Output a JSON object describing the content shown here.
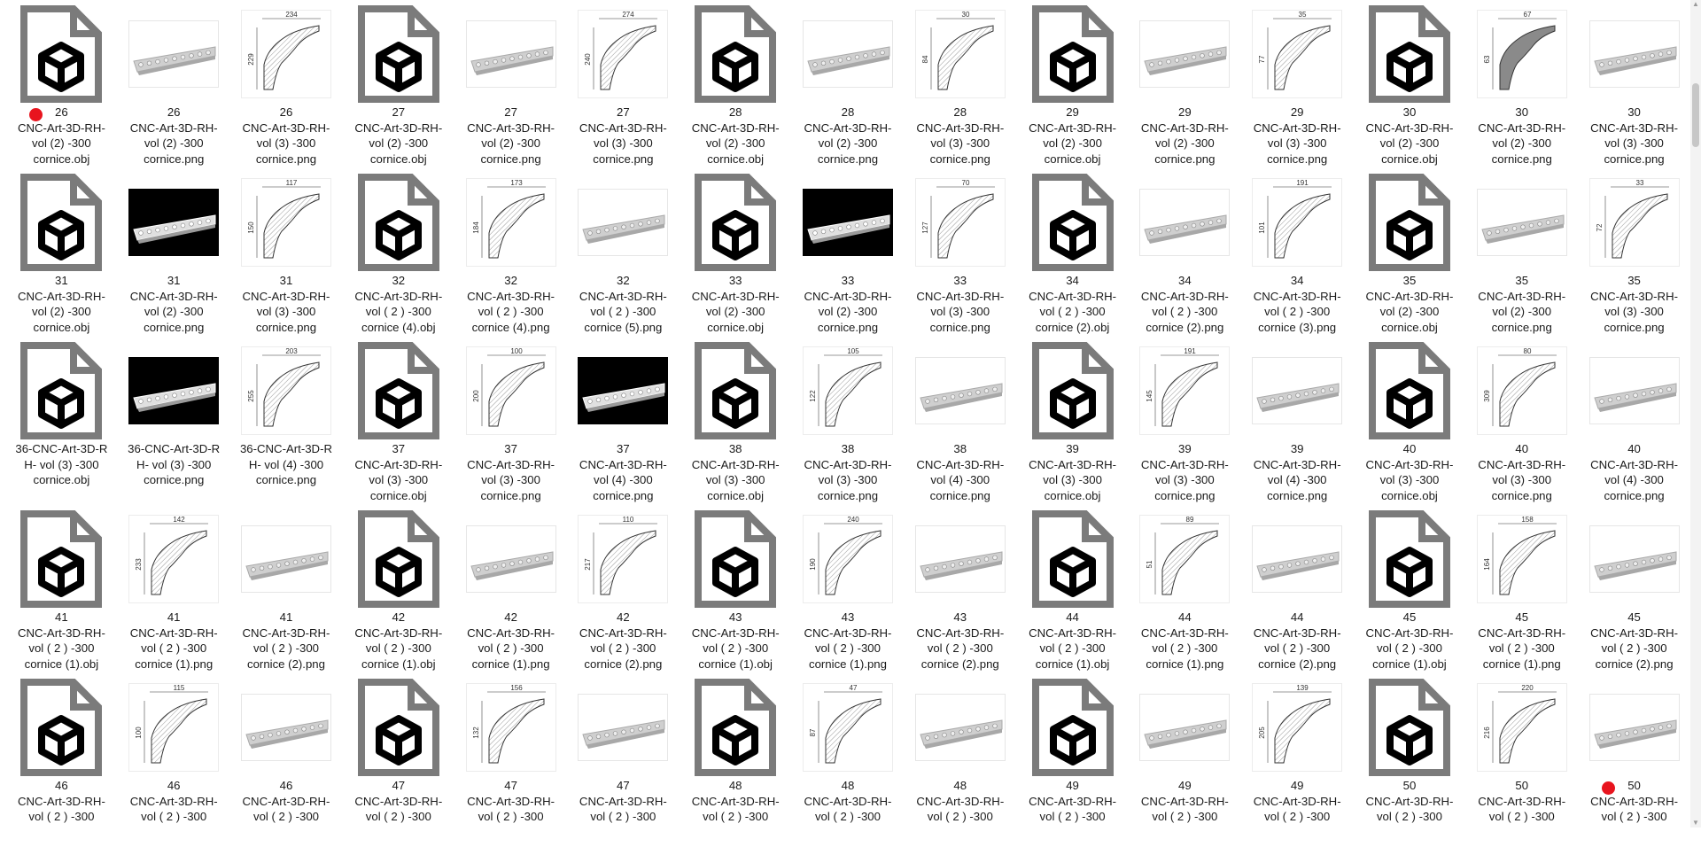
{
  "colors": {
    "tag_red": "#e8141e",
    "icon_gray": "#7b7b7b",
    "icon_black": "#000000"
  },
  "icons": {
    "obj": "3d-cube-file-icon",
    "render": "cornice-render-thumbnail",
    "profile": "cornice-profile-drawing"
  },
  "files": [
    {
      "kind": "obj",
      "lines": [
        "26",
        "CNC-Art-3D-RH-",
        "vol (2) -300",
        "cornice.obj"
      ],
      "tag": "red"
    },
    {
      "kind": "render",
      "lines": [
        "26",
        "CNC-Art-3D-RH-",
        "vol (2) -300",
        "cornice.png"
      ]
    },
    {
      "kind": "profile",
      "w": "234",
      "h": "229",
      "lines": [
        "26",
        "CNC-Art-3D-RH-",
        "vol (3) -300",
        "cornice.png"
      ]
    },
    {
      "kind": "obj",
      "lines": [
        "27",
        "CNC-Art-3D-RH-",
        "vol (2) -300",
        "cornice.obj"
      ]
    },
    {
      "kind": "render",
      "lines": [
        "27",
        "CNC-Art-3D-RH-",
        "vol (2) -300",
        "cornice.png"
      ]
    },
    {
      "kind": "profile",
      "w": "274",
      "h": "240",
      "lines": [
        "27",
        "CNC-Art-3D-RH-",
        "vol (3) -300",
        "cornice.png"
      ]
    },
    {
      "kind": "obj",
      "lines": [
        "28",
        "CNC-Art-3D-RH-",
        "vol (2) -300",
        "cornice.obj"
      ]
    },
    {
      "kind": "render",
      "lines": [
        "28",
        "CNC-Art-3D-RH-",
        "vol (2) -300",
        "cornice.png"
      ]
    },
    {
      "kind": "profile",
      "w": "30",
      "h": "84",
      "lines": [
        "28",
        "CNC-Art-3D-RH-",
        "vol (3) -300",
        "cornice.png"
      ]
    },
    {
      "kind": "obj",
      "lines": [
        "29",
        "CNC-Art-3D-RH-",
        "vol (2) -300",
        "cornice.obj"
      ]
    },
    {
      "kind": "render",
      "lines": [
        "29",
        "CNC-Art-3D-RH-",
        "vol (2) -300",
        "cornice.png"
      ]
    },
    {
      "kind": "profile",
      "w": "35",
      "h": "77",
      "lines": [
        "29",
        "CNC-Art-3D-RH-",
        "vol (3) -300",
        "cornice.png"
      ]
    },
    {
      "kind": "obj",
      "lines": [
        "30",
        "CNC-Art-3D-RH-",
        "vol (2) -300",
        "cornice.obj"
      ]
    },
    {
      "kind": "profile",
      "w": "67",
      "h": "63",
      "fill": true,
      "lines": [
        "30",
        "CNC-Art-3D-RH-",
        "vol (2) -300",
        "cornice.png"
      ]
    },
    {
      "kind": "render",
      "lines": [
        "30",
        "CNC-Art-3D-RH-",
        "vol (3) -300",
        "cornice.png"
      ]
    },
    {
      "kind": "obj",
      "lines": [
        "31",
        "CNC-Art-3D-RH-",
        "vol (2) -300",
        "cornice.obj"
      ]
    },
    {
      "kind": "render",
      "dark": true,
      "lines": [
        "31",
        "CNC-Art-3D-RH-",
        "vol (2) -300",
        "cornice.png"
      ]
    },
    {
      "kind": "profile",
      "w": "117",
      "h": "150",
      "lines": [
        "31",
        "CNC-Art-3D-RH-",
        "vol (3) -300",
        "cornice.png"
      ]
    },
    {
      "kind": "obj",
      "lines": [
        "32",
        "CNC-Art-3D-RH-",
        "vol ( 2 ) -300",
        "cornice (4).obj"
      ]
    },
    {
      "kind": "profile",
      "w": "173",
      "h": "184",
      "lines": [
        "32",
        "CNC-Art-3D-RH-",
        "vol ( 2 ) -300",
        "cornice (4).png"
      ]
    },
    {
      "kind": "render",
      "lines": [
        "32",
        "CNC-Art-3D-RH-",
        "vol ( 2 ) -300",
        "cornice (5).png"
      ]
    },
    {
      "kind": "obj",
      "lines": [
        "33",
        "CNC-Art-3D-RH-",
        "vol (2) -300",
        "cornice.obj"
      ]
    },
    {
      "kind": "render",
      "dark": true,
      "lines": [
        "33",
        "CNC-Art-3D-RH-",
        "vol (2) -300",
        "cornice.png"
      ]
    },
    {
      "kind": "profile",
      "w": "70",
      "h": "127",
      "lines": [
        "33",
        "CNC-Art-3D-RH-",
        "vol (3) -300",
        "cornice.png"
      ]
    },
    {
      "kind": "obj",
      "lines": [
        "34",
        "CNC-Art-3D-RH-",
        "vol ( 2 ) -300",
        "cornice (2).obj"
      ]
    },
    {
      "kind": "render",
      "lines": [
        "34",
        "CNC-Art-3D-RH-",
        "vol ( 2 ) -300",
        "cornice (2).png"
      ]
    },
    {
      "kind": "profile",
      "w": "191",
      "h": "101",
      "lines": [
        "34",
        "CNC-Art-3D-RH-",
        "vol ( 2 ) -300",
        "cornice (3).png"
      ]
    },
    {
      "kind": "obj",
      "lines": [
        "35",
        "CNC-Art-3D-RH-",
        "vol (2) -300",
        "cornice.obj"
      ]
    },
    {
      "kind": "render",
      "lines": [
        "35",
        "CNC-Art-3D-RH-",
        "vol (2) -300",
        "cornice.png"
      ]
    },
    {
      "kind": "profile",
      "w": "33",
      "h": "72",
      "lines": [
        "35",
        "CNC-Art-3D-RH-",
        "vol (3) -300",
        "cornice.png"
      ]
    },
    {
      "kind": "obj",
      "lines": [
        "36-CNC-Art-3D-R",
        "H- vol (3) -300",
        "cornice.obj"
      ]
    },
    {
      "kind": "render",
      "dark": true,
      "lines": [
        "36-CNC-Art-3D-R",
        "H- vol (3) -300",
        "cornice.png"
      ]
    },
    {
      "kind": "profile",
      "w": "203",
      "h": "255",
      "lines": [
        "36-CNC-Art-3D-R",
        "H- vol (4) -300",
        "cornice.png"
      ]
    },
    {
      "kind": "obj",
      "lines": [
        "37",
        "CNC-Art-3D-RH-",
        "vol (3) -300",
        "cornice.obj"
      ]
    },
    {
      "kind": "profile",
      "w": "100",
      "h": "200",
      "lines": [
        "37",
        "CNC-Art-3D-RH-",
        "vol (3) -300",
        "cornice.png"
      ]
    },
    {
      "kind": "render",
      "dark": true,
      "lines": [
        "37",
        "CNC-Art-3D-RH-",
        "vol (4) -300",
        "cornice.png"
      ]
    },
    {
      "kind": "obj",
      "lines": [
        "38",
        "CNC-Art-3D-RH-",
        "vol (3) -300",
        "cornice.obj"
      ]
    },
    {
      "kind": "profile",
      "w": "105",
      "h": "122",
      "lines": [
        "38",
        "CNC-Art-3D-RH-",
        "vol (3) -300",
        "cornice.png"
      ]
    },
    {
      "kind": "render",
      "lines": [
        "38",
        "CNC-Art-3D-RH-",
        "vol (4) -300",
        "cornice.png"
      ]
    },
    {
      "kind": "obj",
      "lines": [
        "39",
        "CNC-Art-3D-RH-",
        "vol (3) -300",
        "cornice.obj"
      ]
    },
    {
      "kind": "profile",
      "w": "191",
      "h": "145",
      "lines": [
        "39",
        "CNC-Art-3D-RH-",
        "vol (3) -300",
        "cornice.png"
      ]
    },
    {
      "kind": "render",
      "lines": [
        "39",
        "CNC-Art-3D-RH-",
        "vol (4) -300",
        "cornice.png"
      ]
    },
    {
      "kind": "obj",
      "lines": [
        "40",
        "CNC-Art-3D-RH-",
        "vol (3) -300",
        "cornice.obj"
      ]
    },
    {
      "kind": "profile",
      "w": "80",
      "h": "309",
      "lines": [
        "40",
        "CNC-Art-3D-RH-",
        "vol (3) -300",
        "cornice.png"
      ]
    },
    {
      "kind": "render",
      "lines": [
        "40",
        "CNC-Art-3D-RH-",
        "vol (4) -300",
        "cornice.png"
      ]
    },
    {
      "kind": "obj",
      "lines": [
        "41",
        "CNC-Art-3D-RH-",
        "vol ( 2 ) -300",
        "cornice (1).obj"
      ]
    },
    {
      "kind": "profile",
      "w": "142",
      "h": "233",
      "lines": [
        "41",
        "CNC-Art-3D-RH-",
        "vol ( 2 ) -300",
        "cornice (1).png"
      ]
    },
    {
      "kind": "render",
      "lines": [
        "41",
        "CNC-Art-3D-RH-",
        "vol ( 2 ) -300",
        "cornice (2).png"
      ]
    },
    {
      "kind": "obj",
      "lines": [
        "42",
        "CNC-Art-3D-RH-",
        "vol ( 2 ) -300",
        "cornice (1).obj"
      ]
    },
    {
      "kind": "render",
      "lines": [
        "42",
        "CNC-Art-3D-RH-",
        "vol ( 2 ) -300",
        "cornice (1).png"
      ]
    },
    {
      "kind": "profile",
      "w": "110",
      "h": "217",
      "lines": [
        "42",
        "CNC-Art-3D-RH-",
        "vol ( 2 ) -300",
        "cornice (2).png"
      ]
    },
    {
      "kind": "obj",
      "lines": [
        "43",
        "CNC-Art-3D-RH-",
        "vol ( 2 ) -300",
        "cornice (1).obj"
      ]
    },
    {
      "kind": "profile",
      "w": "240",
      "h": "190",
      "lines": [
        "43",
        "CNC-Art-3D-RH-",
        "vol ( 2 ) -300",
        "cornice (1).png"
      ]
    },
    {
      "kind": "render",
      "lines": [
        "43",
        "CNC-Art-3D-RH-",
        "vol ( 2 ) -300",
        "cornice (2).png"
      ]
    },
    {
      "kind": "obj",
      "lines": [
        "44",
        "CNC-Art-3D-RH-",
        "vol ( 2 ) -300",
        "cornice (1).obj"
      ]
    },
    {
      "kind": "profile",
      "w": "89",
      "h": "51",
      "lines": [
        "44",
        "CNC-Art-3D-RH-",
        "vol ( 2 ) -300",
        "cornice (1).png"
      ]
    },
    {
      "kind": "render",
      "lines": [
        "44",
        "CNC-Art-3D-RH-",
        "vol ( 2 ) -300",
        "cornice (2).png"
      ]
    },
    {
      "kind": "obj",
      "lines": [
        "45",
        "CNC-Art-3D-RH-",
        "vol ( 2 ) -300",
        "cornice (1).obj"
      ]
    },
    {
      "kind": "profile",
      "w": "158",
      "h": "164",
      "lines": [
        "45",
        "CNC-Art-3D-RH-",
        "vol ( 2 ) -300",
        "cornice (1).png"
      ]
    },
    {
      "kind": "render",
      "lines": [
        "45",
        "CNC-Art-3D-RH-",
        "vol ( 2 ) -300",
        "cornice (2).png"
      ]
    },
    {
      "kind": "obj",
      "lines": [
        "46",
        "CNC-Art-3D-RH-",
        "vol ( 2 ) -300"
      ]
    },
    {
      "kind": "profile",
      "w": "115",
      "h": "100",
      "lines": [
        "46",
        "CNC-Art-3D-RH-",
        "vol ( 2 ) -300"
      ]
    },
    {
      "kind": "render",
      "lines": [
        "46",
        "CNC-Art-3D-RH-",
        "vol ( 2 ) -300"
      ]
    },
    {
      "kind": "obj",
      "lines": [
        "47",
        "CNC-Art-3D-RH-",
        "vol ( 2 ) -300"
      ]
    },
    {
      "kind": "profile",
      "w": "156",
      "h": "132",
      "lines": [
        "47",
        "CNC-Art-3D-RH-",
        "vol ( 2 ) -300"
      ]
    },
    {
      "kind": "render",
      "lines": [
        "47",
        "CNC-Art-3D-RH-",
        "vol ( 2 ) -300"
      ]
    },
    {
      "kind": "obj",
      "lines": [
        "48",
        "CNC-Art-3D-RH-",
        "vol ( 2 ) -300"
      ]
    },
    {
      "kind": "profile",
      "w": "47",
      "h": "87",
      "lines": [
        "48",
        "CNC-Art-3D-RH-",
        "vol ( 2 ) -300"
      ]
    },
    {
      "kind": "render",
      "lines": [
        "48",
        "CNC-Art-3D-RH-",
        "vol ( 2 ) -300"
      ]
    },
    {
      "kind": "obj",
      "lines": [
        "49",
        "CNC-Art-3D-RH-",
        "vol ( 2 ) -300"
      ]
    },
    {
      "kind": "render",
      "lines": [
        "49",
        "CNC-Art-3D-RH-",
        "vol ( 2 ) -300"
      ]
    },
    {
      "kind": "profile",
      "w": "139",
      "h": "205",
      "lines": [
        "49",
        "CNC-Art-3D-RH-",
        "vol ( 2 ) -300"
      ]
    },
    {
      "kind": "obj",
      "lines": [
        "50",
        "CNC-Art-3D-RH-",
        "vol ( 2 ) -300"
      ]
    },
    {
      "kind": "profile",
      "w": "220",
      "h": "216",
      "lines": [
        "50",
        "CNC-Art-3D-RH-",
        "vol ( 2 ) -300"
      ]
    },
    {
      "kind": "render",
      "lines": [
        "50",
        "CNC-Art-3D-RH-",
        "vol ( 2 ) -300"
      ],
      "tag": "red"
    }
  ]
}
